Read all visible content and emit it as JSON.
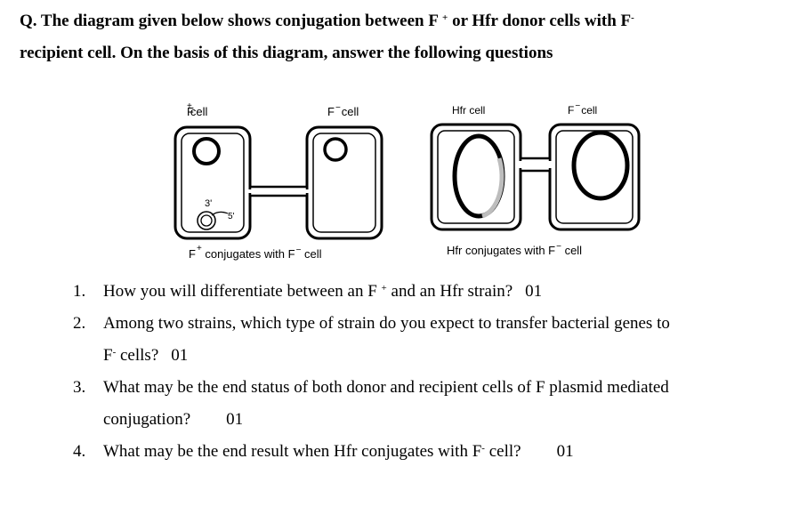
{
  "question": {
    "prefix": "Q. The diagram given below shows conjugation between F",
    "sup1": "+",
    "mid": " or Hfr donor cells with F",
    "sup2": "-",
    "line2": "recipient cell.  On the basis of this diagram, answer the following questions"
  },
  "diagram": {
    "left_panel": {
      "cell_a_label": "F",
      "cell_a_sup": "+",
      "cell_a_suffix": "cell",
      "cell_b_label": "F",
      "cell_b_sup": "−",
      "cell_b_suffix": "cell",
      "end_3": "3'",
      "end_5": "5'",
      "caption_prefix": "F",
      "caption_sup1": "+",
      "caption_mid": " conjugates with F",
      "caption_sup2": "−",
      "caption_suffix": " cell"
    },
    "right_panel": {
      "cell_a_label": "Hfr cell",
      "cell_b_label": "F",
      "cell_b_sup": "−",
      "cell_b_suffix": "cell",
      "caption_prefix": "Hfr conjugates with F",
      "caption_sup": "−",
      "caption_suffix": " cell"
    }
  },
  "items": [
    {
      "num": "1.",
      "text_a": "How you will differentiate between an F",
      "sup": "+",
      "text_b": " and an Hfr strain?",
      "mark": "01"
    },
    {
      "num": "2.",
      "text_a": "Among two strains, which type of strain do you expect to transfer bacterial genes to",
      "line2_a": "F",
      "line2_sup": "-",
      "line2_b": " cells?",
      "mark": "01"
    },
    {
      "num": "3.",
      "text_a": "What may be the end status of both donor and recipient cells of F plasmid mediated",
      "line2_a": "conjugation?",
      "mark": "01"
    },
    {
      "num": "4.",
      "text_a": "What may be the end result when Hfr conjugates with F",
      "sup": "-",
      "text_b": " cell?",
      "mark": "01"
    }
  ]
}
